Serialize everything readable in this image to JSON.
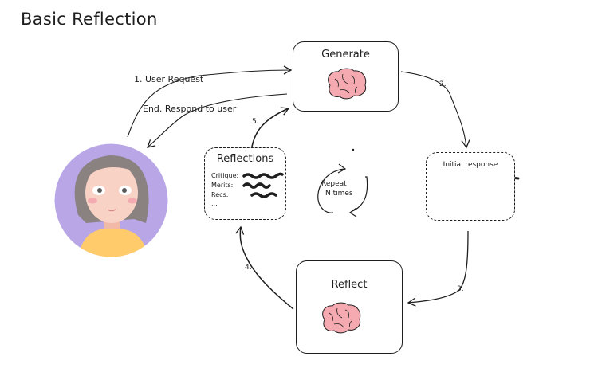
{
  "title": "Basic Reflection",
  "nodes": {
    "generate": "Generate",
    "initial_response": "Initial response",
    "reflect": "Reflect",
    "reflections": {
      "title": "Reflections",
      "lines": [
        "Critique:",
        "Merits:",
        "Recs:",
        "..."
      ]
    },
    "repeat": [
      "Repeat",
      "N times"
    ]
  },
  "edges": {
    "user_request": "1. User Request",
    "respond": "End. Respond to user",
    "step2": "2.",
    "step3": "3.",
    "step4": "4.",
    "step5": "5."
  },
  "colors": {
    "brain": "#f4aab0",
    "avatar_bg": "#b8a6e6",
    "hair": "#8a8280",
    "skin": "#f9d2c6",
    "shirt": "#ffcb6b"
  }
}
